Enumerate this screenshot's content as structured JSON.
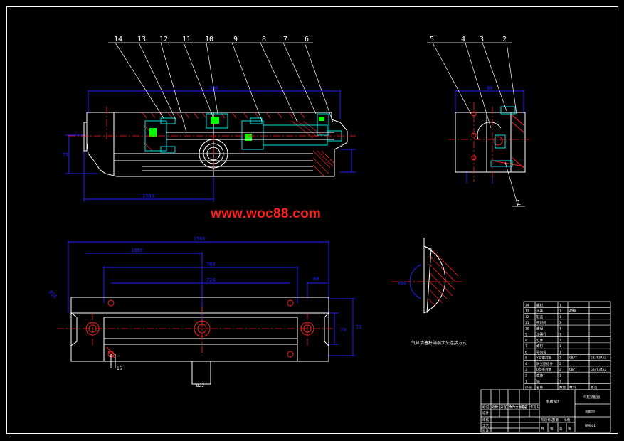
{
  "watermark": "www.woc88.com",
  "colors": {
    "background": "#000000",
    "frame": "#ffffff",
    "outline": "#ffffff",
    "dimension": "#2020ff",
    "centerline": "#ff2020",
    "hatch": "#ff2020",
    "part_fill": "#00e0e0",
    "accent": "#00ff00",
    "balloon_text": "#ffffff"
  },
  "balloons_left": [
    "14",
    "13",
    "12",
    "11",
    "10",
    "9",
    "8",
    "7",
    "6"
  ],
  "balloons_right": [
    "5",
    "4",
    "3",
    "2"
  ],
  "balloon_bottom": "1",
  "dim_labels": {
    "section_width": "330",
    "section_length": "1760",
    "section_height": "75",
    "side_width": "80",
    "plan_total": "2560",
    "plan_half": "1080",
    "plan_hole_span_a": "764",
    "plan_hole_span_b": "724",
    "plan_end": "80",
    "plan_height_a": "70",
    "plan_height_b": "75",
    "plan_hole": "Ø16",
    "plan_rod": "Ø22",
    "plan_bolt": "16",
    "detail_radius": "R40"
  },
  "detail_caption": "气缸活塞杆端部大头连接方式",
  "parts_list": {
    "rows": [
      [
        "14",
        "螺钉",
        "1",
        "",
        ""
      ],
      [
        "13",
        "活塞",
        "1",
        "45钢",
        ""
      ],
      [
        "12",
        "缸盖",
        "1",
        "",
        ""
      ],
      [
        "11",
        "密封圈",
        "2",
        "",
        ""
      ],
      [
        "10",
        "螺母",
        "1",
        "",
        ""
      ],
      [
        "9",
        "活塞杆",
        "1",
        "",
        ""
      ],
      [
        "8",
        "缸体",
        "1",
        "",
        ""
      ],
      [
        "7",
        "螺钉",
        "1",
        "",
        ""
      ],
      [
        "6",
        "导向套",
        "1",
        "",
        ""
      ],
      [
        "5",
        "Y型密封圈",
        "1",
        "GB/T",
        "GB/T3452"
      ],
      [
        "4",
        "防尘圈组件",
        "2",
        "",
        ""
      ],
      [
        "3",
        "O型密封圈",
        "2",
        "GB/T",
        "GB/T3452"
      ],
      [
        "2",
        "底座",
        "1",
        "",
        ""
      ],
      [
        "1",
        "销",
        "1",
        "",
        ""
      ]
    ],
    "header": [
      "序号",
      "名称",
      "数量",
      "材料",
      "备注"
    ]
  },
  "title_block": {
    "drawing_title": "气缸装配图",
    "school": "机械设计",
    "scale_label": "比例",
    "sheet": "装配图",
    "drawing_no": "图号01",
    "row_labels": [
      "设计",
      "审核",
      "工艺",
      "批准"
    ],
    "marks": [
      "标记",
      "处数",
      "分区",
      "更改文件号",
      "签名",
      "年月日"
    ],
    "stage": [
      "阶段标记",
      "重量",
      "比例"
    ],
    "counts": [
      "共",
      "张",
      "第",
      "张"
    ]
  }
}
